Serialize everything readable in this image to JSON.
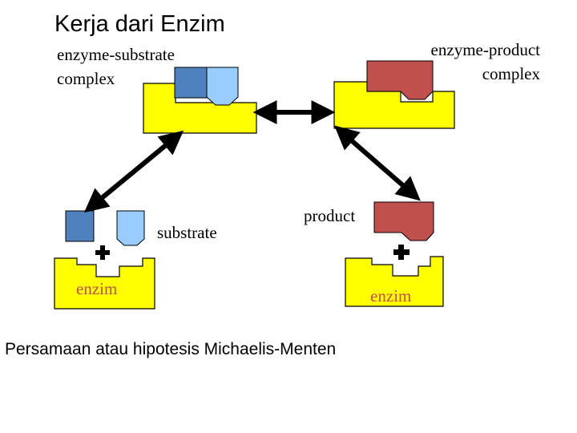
{
  "title": "Kerja dari Enzim",
  "labels": {
    "es_line1": "enzyme-substrate",
    "es_line2": "complex",
    "ep_line1": "enzyme-product",
    "ep_line2": "complex",
    "substrate": "substrate",
    "product": "product",
    "enzim_left": "enzim",
    "enzim_right": "enzim"
  },
  "caption": "Persamaan atau hipotesis Michaelis-Menten",
  "colors": {
    "enzyme_fill": "#ffff00",
    "substrate_dark": "#4f81bd",
    "substrate_light": "#99ccff",
    "product_fill": "#c0504d",
    "enzim_text": "#c0504d",
    "arrow": "#000000"
  }
}
